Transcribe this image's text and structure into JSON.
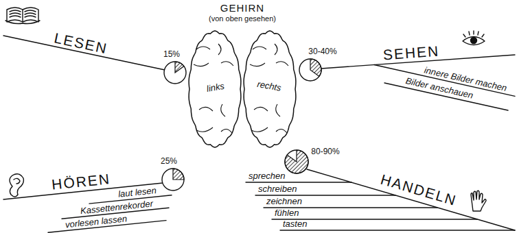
{
  "diagram": {
    "nodes": [
      {
        "text": [
          "GEHIRN",
          "(von oben gesehen)",
          "links",
          "rechts"
        ]
      },
      {
        "text": [
          "15%"
        ]
      },
      {
        "text": [
          "30-40%"
        ]
      },
      {
        "text": [
          "25%"
        ]
      },
      {
        "text": [
          "80-90%"
        ]
      }
    ],
    "labels": [
      "LESEN",
      "SEHEN",
      "innere Bilder machen",
      "Bilder anschauen",
      "HÖREN",
      "laut lesen",
      "Kassettenrekorder",
      "vorlesen lassen",
      "HANDELN",
      "sprechen",
      "schreiben",
      "zeichnen",
      "fühlen",
      "tasten"
    ]
  }
}
